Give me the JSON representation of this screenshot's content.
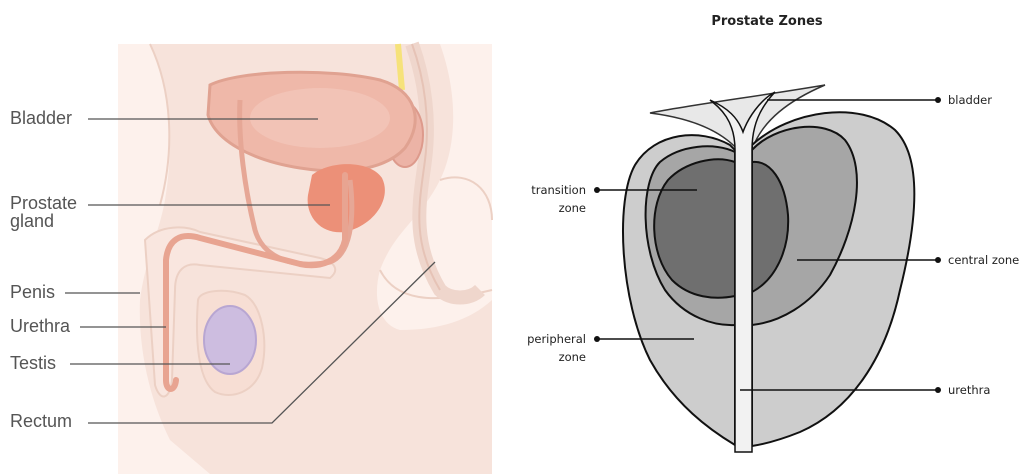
{
  "anatomy": {
    "labels": {
      "bladder": "Bladder",
      "prostate_line1": "Prostate",
      "prostate_line2": "gland",
      "penis": "Penis",
      "urethra": "Urethra",
      "testis": "Testis",
      "rectum": "Rectum"
    }
  },
  "zones": {
    "title": "Prostate Zones",
    "labels": {
      "bladder": "bladder",
      "transition_line1": "transition",
      "transition_line2": "zone",
      "central": "central zone",
      "peripheral_line1": "peripheral",
      "peripheral_line2": "zone",
      "urethra": "urethra"
    }
  }
}
